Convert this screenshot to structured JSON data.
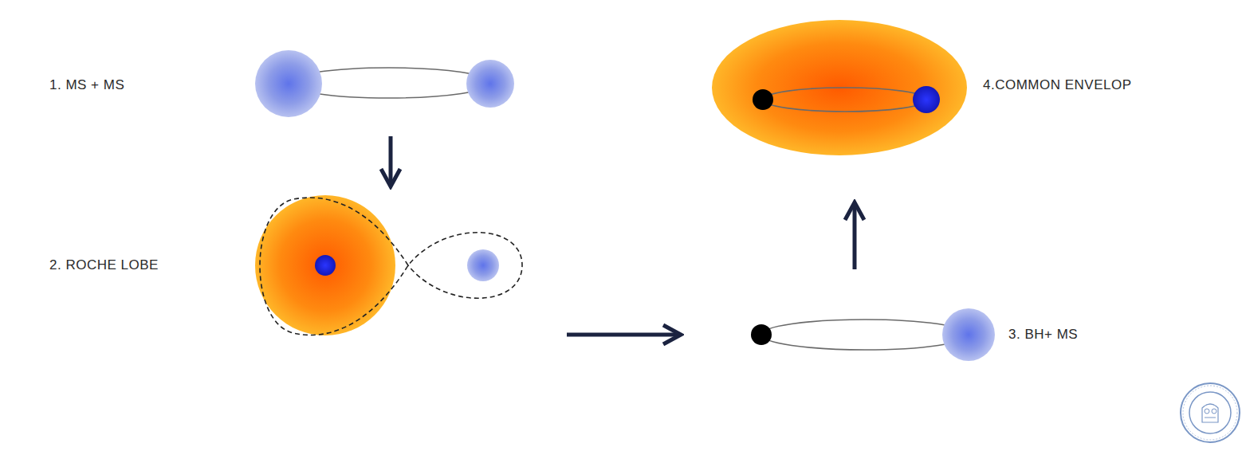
{
  "diagram": {
    "nodes": [
      {
        "text": [
          "1. MS + MS"
        ]
      },
      {
        "text": [
          "2. ROCHE LOBE"
        ]
      },
      {
        "text": [
          "3. BH+ MS"
        ]
      },
      {
        "text": [
          "4.COMMON ENVELOP"
        ]
      }
    ],
    "edges": [
      {
        "from": 0,
        "to": 1,
        "arrow": "to"
      },
      {
        "from": 1,
        "to": 2,
        "arrow": "to"
      },
      {
        "from": 2,
        "to": 3,
        "arrow": "to"
      }
    ]
  }
}
